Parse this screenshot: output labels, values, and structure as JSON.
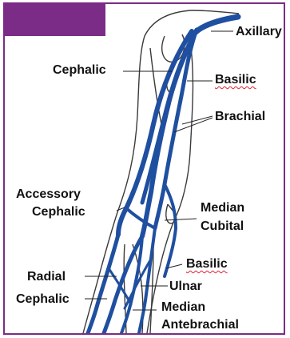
{
  "colors": {
    "frame": "#7b2c86",
    "tab": "#7b2c86",
    "vein": "#1f4fa0",
    "outline": "#3a3a3a"
  },
  "labels": {
    "axillary": "Axillary",
    "cephalic_upper": "Cephalic",
    "basilic_upper": "Basilic",
    "brachial": "Brachial",
    "accessory_cephalic_1": "Accessory",
    "accessory_cephalic_2": "Cephalic",
    "median_cubital_1": "Median",
    "median_cubital_2": "Cubital",
    "basilic_lower": "Basilic",
    "radial": "Radial",
    "ulnar": "Ulnar",
    "cephalic_lower": "Cephalic",
    "median_antebrachial_1": "Median",
    "median_antebrachial_2": "Antebrachial"
  }
}
